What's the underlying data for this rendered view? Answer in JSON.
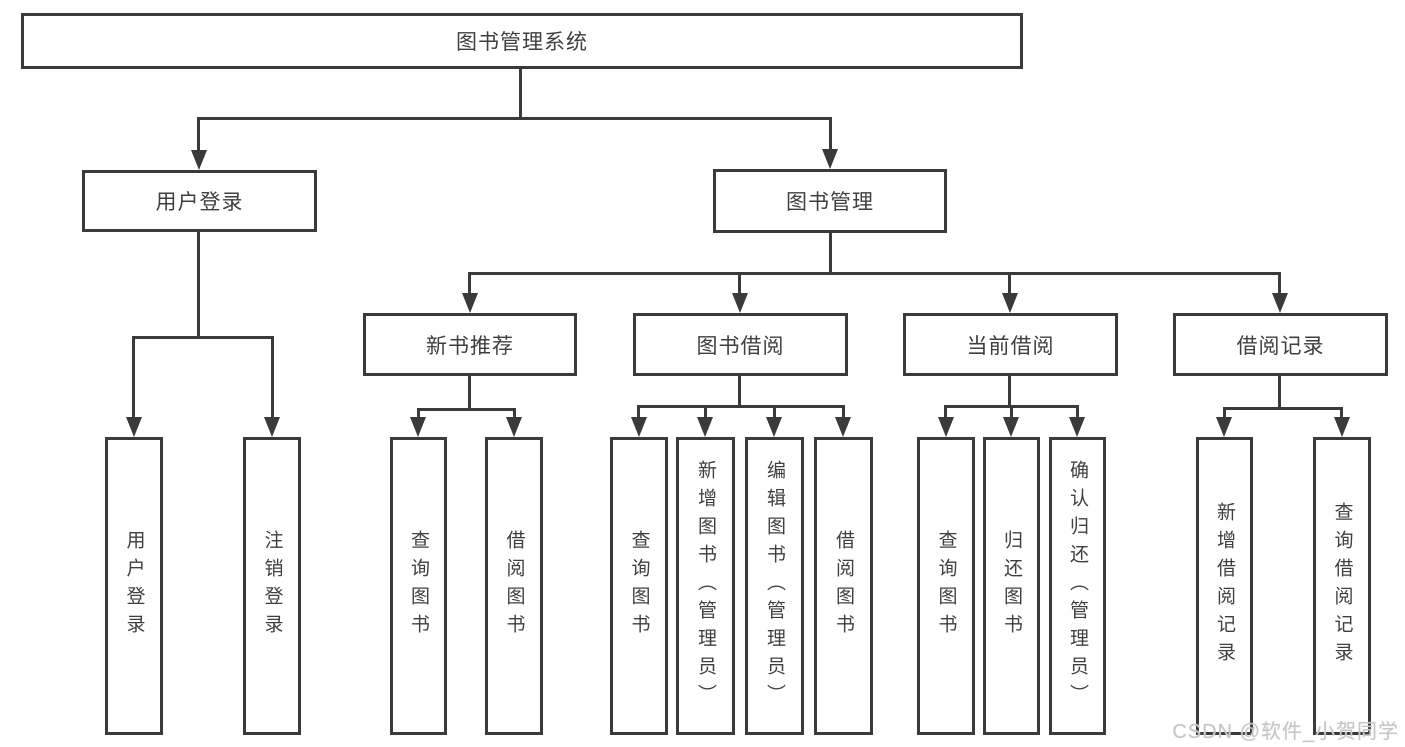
{
  "diagram": {
    "root": {
      "label": "图书管理系统"
    },
    "level2": [
      {
        "label": "用户登录",
        "children": [
          {
            "label": "用户登录"
          },
          {
            "label": "注销登录"
          }
        ]
      },
      {
        "label": "图书管理"
      }
    ],
    "level3": [
      {
        "label": "新书推荐",
        "children": [
          {
            "label": "查询图书"
          },
          {
            "label": "借阅图书"
          }
        ]
      },
      {
        "label": "图书借阅",
        "children": [
          {
            "label": "查询图书"
          },
          {
            "label": "新增图书（管理员）"
          },
          {
            "label": "编辑图书（管理员）"
          },
          {
            "label": "借阅图书"
          }
        ]
      },
      {
        "label": "当前借阅",
        "children": [
          {
            "label": "查询图书"
          },
          {
            "label": "归还图书"
          },
          {
            "label": "确认归还（管理员）"
          }
        ]
      },
      {
        "label": "借阅记录",
        "children": [
          {
            "label": "新增借阅记录"
          },
          {
            "label": "查询借阅记录"
          }
        ]
      }
    ],
    "watermark": "CSDN @软件_小贺同学",
    "colors": {
      "line": "#3a3a3a",
      "text": "#3f3f3f",
      "background": "#ffffff",
      "watermark": "#c6c6c6"
    }
  }
}
